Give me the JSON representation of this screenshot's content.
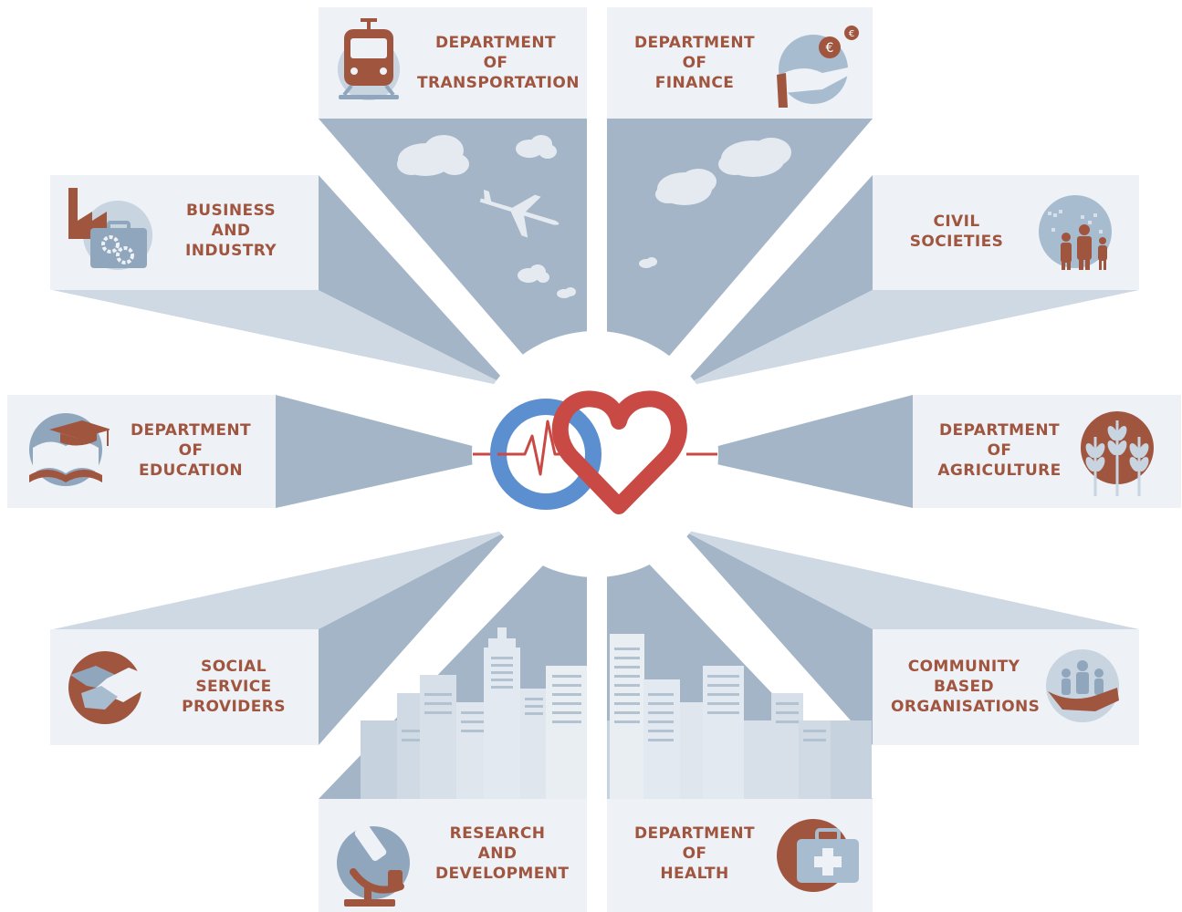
{
  "colors": {
    "accent": "#a0553f",
    "beam_dark": "#a4b5c7",
    "beam_light": "#cfd9e3",
    "panel": "#eef1f6",
    "logo_blue": "#5b8fcf",
    "logo_red": "#c94a45",
    "icon_blue": "#a8bccf"
  },
  "center_logo": {
    "name": "heart-and-ring-logo"
  },
  "departments": [
    {
      "id": "transportation",
      "lines": [
        "DEPARTMENT",
        "OF",
        "TRANSPORTATION"
      ],
      "icon": "train-icon"
    },
    {
      "id": "finance",
      "lines": [
        "DEPARTMENT",
        "OF",
        "FINANCE"
      ],
      "icon": "euro-coin-hand-icon"
    },
    {
      "id": "business",
      "lines": [
        "BUSINESS",
        "AND",
        "INDUSTRY"
      ],
      "icon": "factory-gears-icon"
    },
    {
      "id": "civil",
      "lines": [
        "CIVIL",
        "SOCIETIES"
      ],
      "icon": "globe-family-icon"
    },
    {
      "id": "education",
      "lines": [
        "DEPARTMENT",
        "OF",
        "EDUCATION"
      ],
      "icon": "graduation-book-icon"
    },
    {
      "id": "agriculture",
      "lines": [
        "DEPARTMENT",
        "OF",
        "AGRICULTURE"
      ],
      "icon": "wheat-icon"
    },
    {
      "id": "social",
      "lines": [
        "SOCIAL",
        "SERVICE",
        "PROVIDERS"
      ],
      "icon": "handshake-icon"
    },
    {
      "id": "community",
      "lines": [
        "COMMUNITY",
        "BASED",
        "ORGANISATIONS"
      ],
      "icon": "hand-people-icon"
    },
    {
      "id": "research",
      "lines": [
        "RESEARCH",
        "AND",
        "DEVELOPMENT"
      ],
      "icon": "microscope-icon"
    },
    {
      "id": "health",
      "lines": [
        "DEPARTMENT",
        "OF",
        "HEALTH"
      ],
      "icon": "first-aid-kit-icon"
    }
  ]
}
